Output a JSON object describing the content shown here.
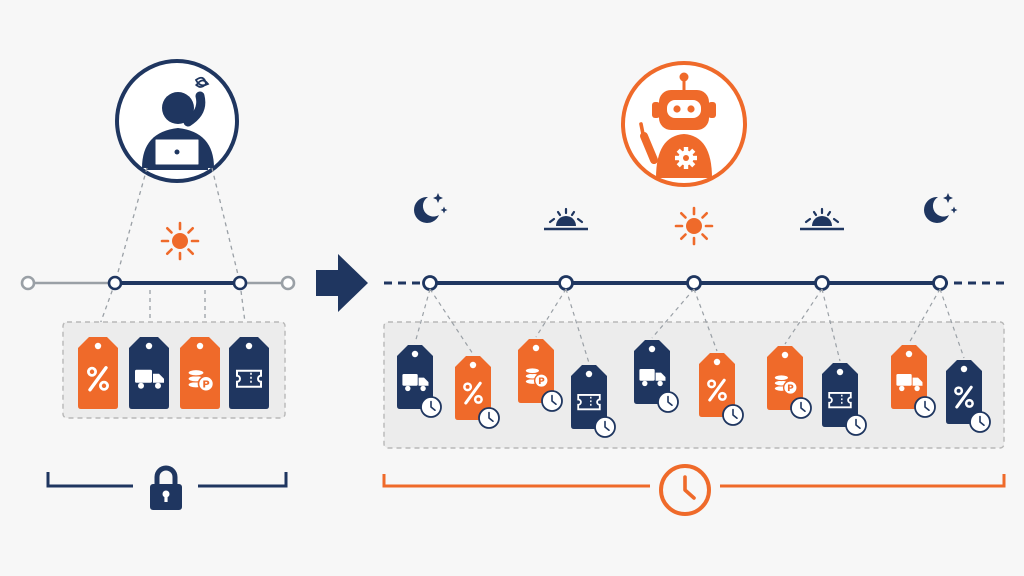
{
  "colors": {
    "navy": "#1f3660",
    "orange": "#ef6a2a",
    "gray": "#9aa0a6",
    "panel_fill": "#ececec",
    "panel_border": "#b8b8b8",
    "white": "#ffffff",
    "background": "#f7f7f7"
  },
  "left_section": {
    "avatar_icon": "person-at-laptop-confused-icon",
    "time_of_day_icon": "sun-icon",
    "tags": [
      {
        "color": "orange",
        "icon": "percent-icon",
        "text": "%"
      },
      {
        "color": "navy",
        "icon": "truck-icon"
      },
      {
        "color": "orange",
        "icon": "coins-icon",
        "text": "P"
      },
      {
        "color": "navy",
        "icon": "ticket-icon"
      }
    ],
    "bracket_icon": "lock-icon"
  },
  "transition_icon": "arrow-right-icon",
  "right_section": {
    "avatar_icon": "robot-icon",
    "timeline_markers": [
      {
        "icon": "moon-icon"
      },
      {
        "icon": "sunrise-icon"
      },
      {
        "icon": "sun-icon"
      },
      {
        "icon": "sunrise-icon"
      },
      {
        "icon": "moon-icon"
      }
    ],
    "tags": [
      {
        "color": "navy",
        "icon": "truck-icon",
        "clock": true
      },
      {
        "color": "orange",
        "icon": "percent-icon",
        "text": "%",
        "clock": true
      },
      {
        "color": "orange",
        "icon": "coins-icon",
        "text": "P",
        "clock": true
      },
      {
        "color": "navy",
        "icon": "ticket-icon",
        "clock": true
      },
      {
        "color": "navy",
        "icon": "truck-icon",
        "clock": true
      },
      {
        "color": "orange",
        "icon": "percent-icon",
        "text": "%",
        "clock": true
      },
      {
        "color": "orange",
        "icon": "coins-icon",
        "text": "P",
        "clock": true
      },
      {
        "color": "navy",
        "icon": "ticket-icon",
        "clock": true
      },
      {
        "color": "orange",
        "icon": "truck-icon",
        "clock": true
      },
      {
        "color": "navy",
        "icon": "percent-icon",
        "text": "%",
        "clock": true
      }
    ],
    "bracket_icon": "clock-icon"
  }
}
